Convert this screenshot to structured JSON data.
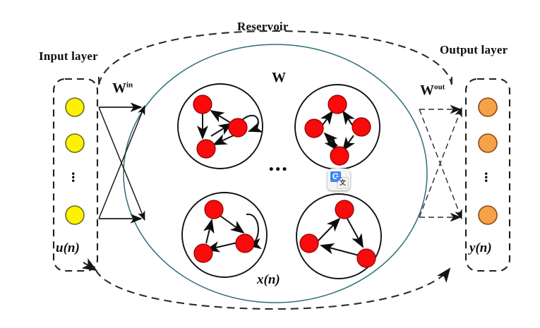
{
  "figure": {
    "type": "reservoir-computing-architecture-diagram",
    "title": "Reservoir"
  },
  "labels": {
    "reservoir": "Reservoir",
    "input_layer": "Input layer",
    "output_layer": "Output layer",
    "w_in_base": "W",
    "w_in_sup": "in",
    "w_matrix": "W",
    "w_out_base": "W",
    "w_out_sup": "out",
    "input_vector": "u(n)",
    "state_vector": "x(n)",
    "output_vector": "y(n)",
    "horizontal_ellipsis": "• • •",
    "vertical_ellipsis": "⋮"
  },
  "layers": {
    "input": {
      "name": "Input layer",
      "node_color": "#FFF200",
      "node_border": "#6b6b1e",
      "node_count_visible": 3,
      "has_vertical_ellipsis": true,
      "vector_label": "u(n)"
    },
    "output": {
      "name": "Output layer",
      "node_color": "#F5A248",
      "node_border": "#8a4a16",
      "node_count_visible": 3,
      "has_vertical_ellipsis": true,
      "vector_label": "y(n)"
    },
    "reservoir": {
      "name": "Reservoir",
      "outline_color": "#2c6e75",
      "node_color": "#FA0A0A",
      "node_border": "#8b0000",
      "state_label": "x(n)",
      "weight_label": "W",
      "cluster_count_visible": 4,
      "clusters": [
        {
          "id": "cluster-top-left",
          "node_count": 3,
          "has_self_loop": true
        },
        {
          "id": "cluster-top-right",
          "node_count": 4,
          "has_self_loop": false
        },
        {
          "id": "cluster-bottom-left",
          "node_count": 3,
          "has_self_loop": true
        },
        {
          "id": "cluster-bottom-right",
          "node_count": 3,
          "has_self_loop": false
        }
      ]
    }
  },
  "connections": {
    "input_to_reservoir": {
      "label": "W",
      "superscript": "in",
      "style": "solid",
      "color": "#1a1a1a"
    },
    "reservoir_to_output": {
      "label": "W",
      "superscript": "out",
      "style": "dashed",
      "color": "#2b2b2b"
    },
    "feedback_outer": {
      "style": "dashed",
      "color": "#2b2b2b"
    }
  },
  "overlay": {
    "badge": {
      "name": "google-translate-badge",
      "primary_letter": "G",
      "secondary_glyph": "文",
      "primary_color": "#4285F4",
      "background": "#f4f4f4"
    }
  },
  "colors": {
    "background": "#ffffff",
    "input_node": "#FFF200",
    "output_node": "#F5A248",
    "reservoir_node": "#FA0A0A",
    "stroke": "#111111",
    "reservoir_outline": "#2c6e75",
    "dashed_boundary": "#2b2b2b"
  }
}
